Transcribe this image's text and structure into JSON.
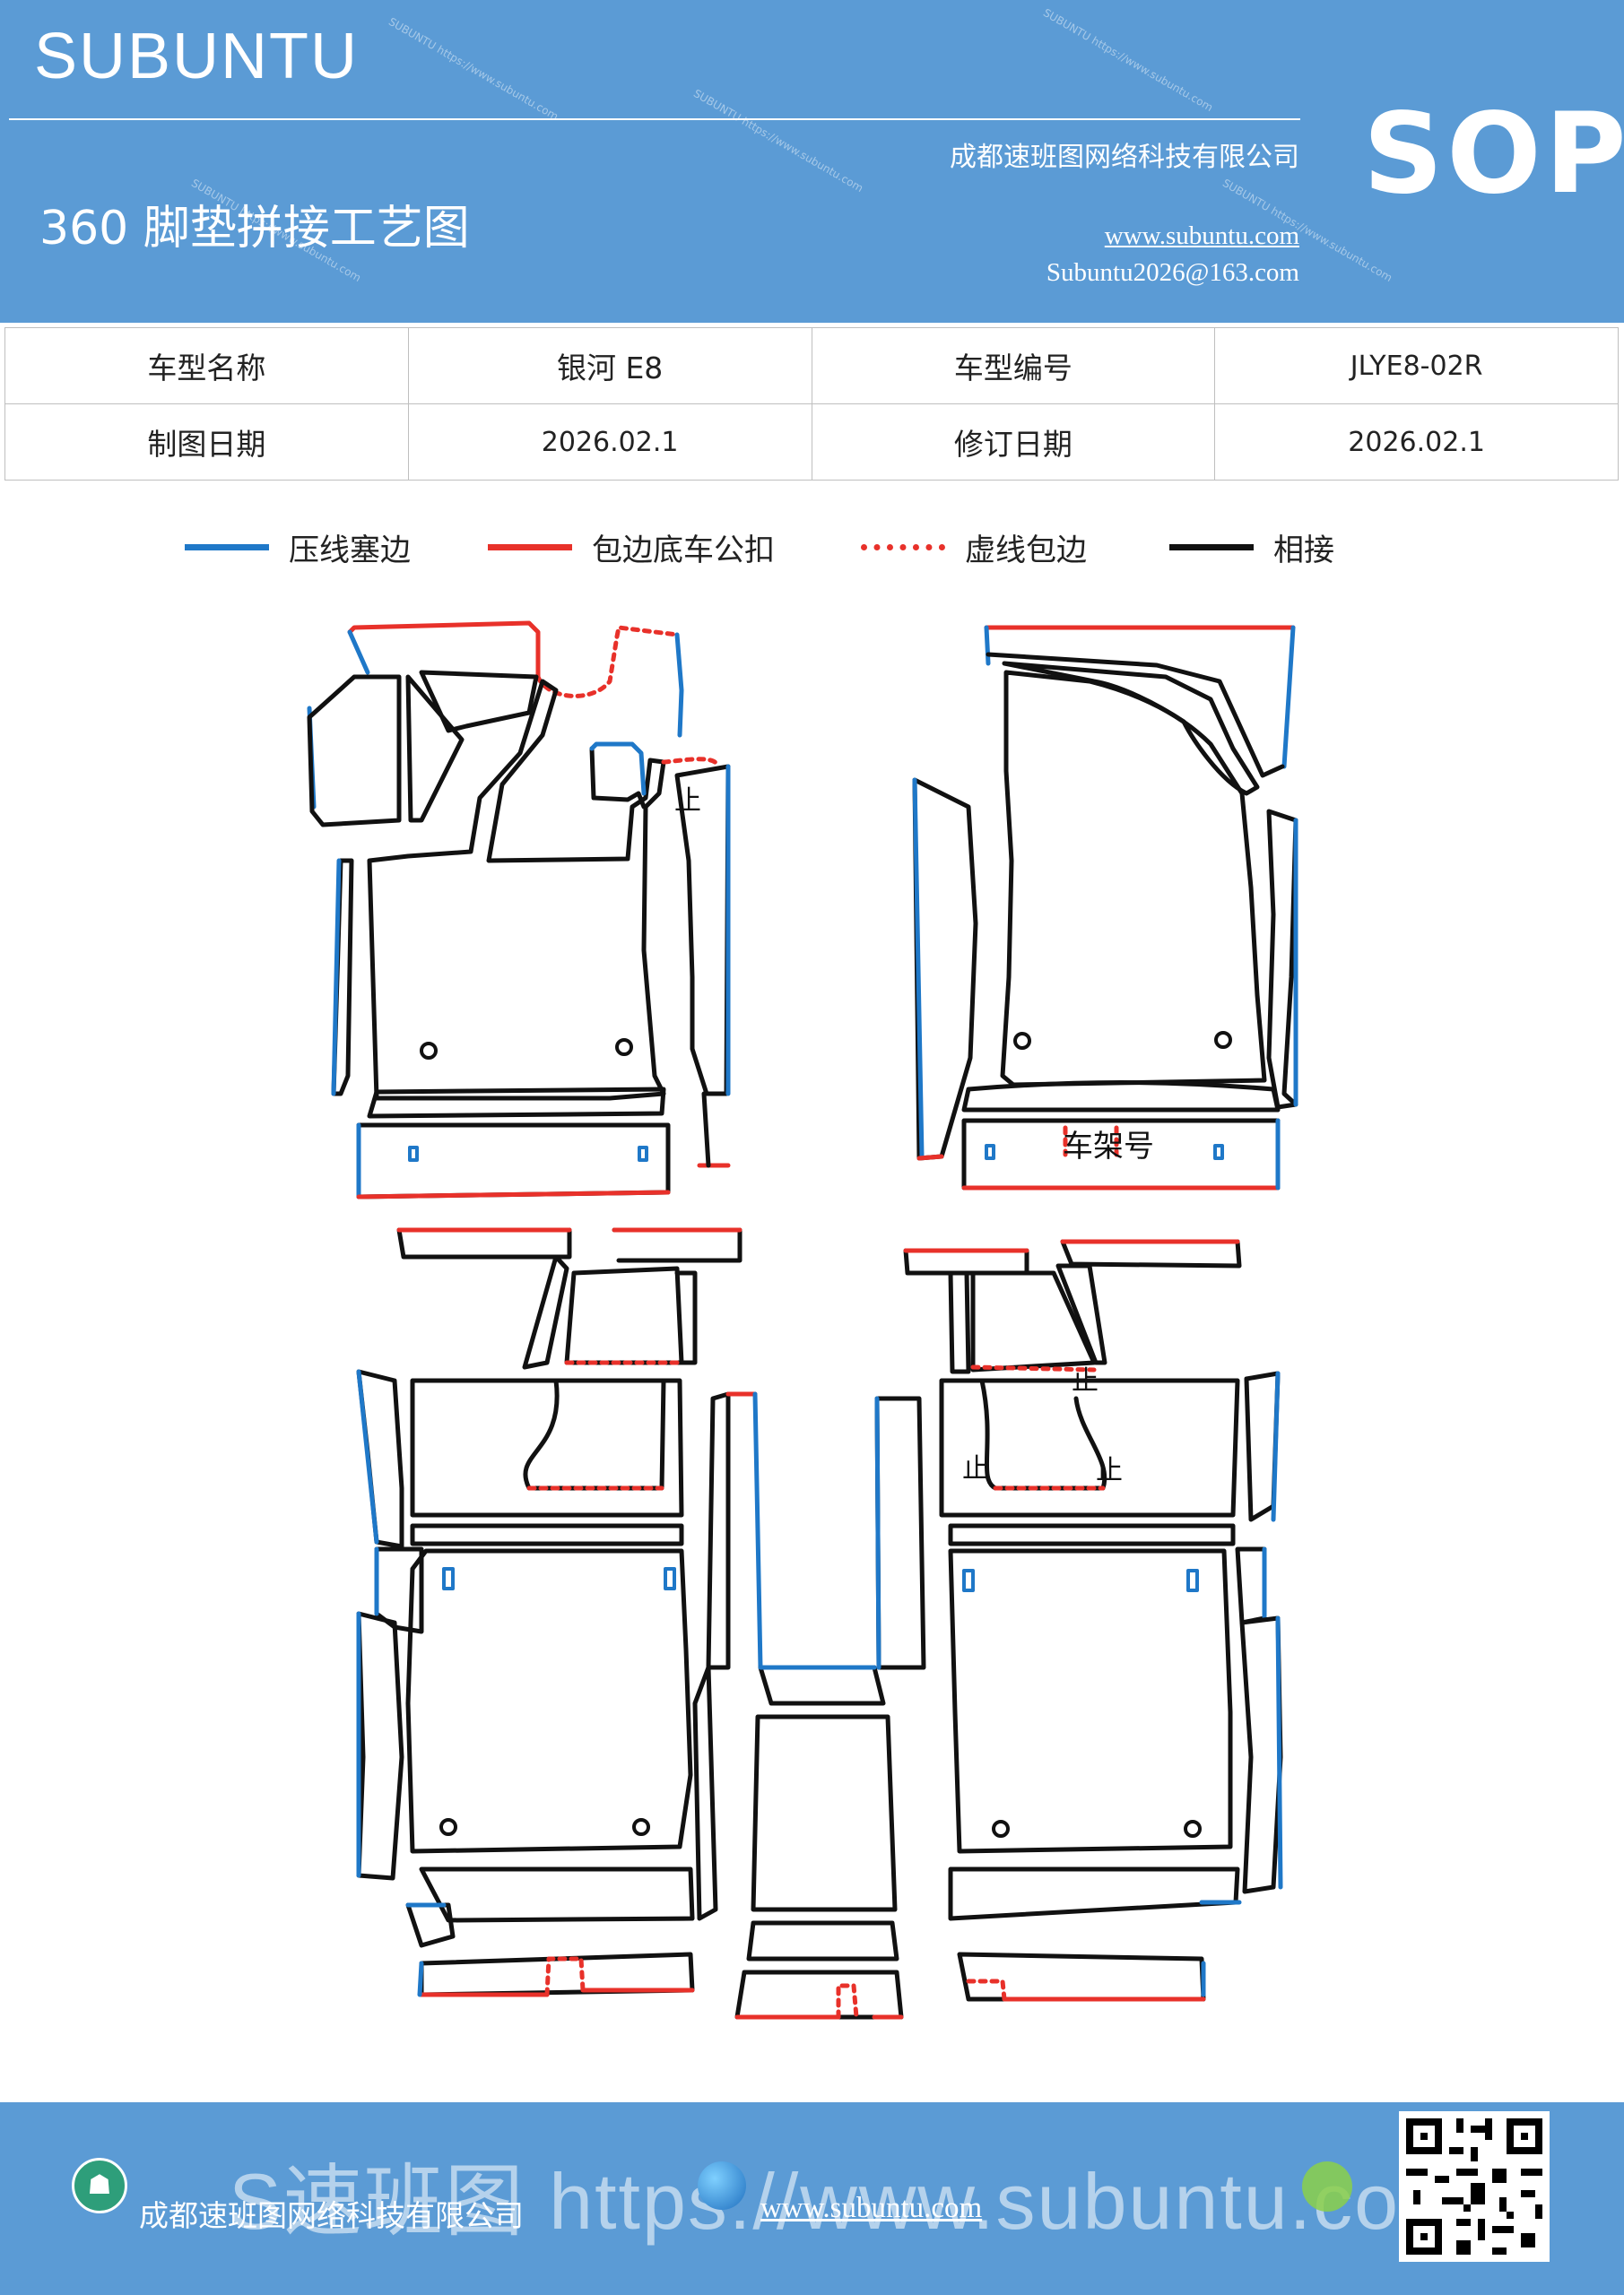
{
  "header": {
    "brand": "SUBUNTU",
    "doc_title": "360 脚垫拼接工艺图",
    "company": "成都速班图网络科技有限公司",
    "website": "www.subuntu.com",
    "email": "Subuntu2026@163.com",
    "badge": "SOP"
  },
  "info_table": {
    "rows": [
      [
        "车型名称",
        "银河 E8",
        "车型编号",
        "JLYE8-02R"
      ],
      [
        "制图日期",
        "2026.02.1",
        "修订日期",
        "2026.02.1"
      ]
    ]
  },
  "legend": [
    {
      "label": "压线塞边",
      "color": "#1f78c8",
      "style": "solid"
    },
    {
      "label": "包边底车公扣",
      "color": "#e8312a",
      "style": "solid"
    },
    {
      "label": "虚线包边",
      "color": "#e8312a",
      "style": "dotted"
    },
    {
      "label": "相接",
      "color": "#111111",
      "style": "solid"
    }
  ],
  "diagram": {
    "labels": {
      "frame_number": "车架号",
      "stop_mark": "止"
    },
    "colors": {
      "press_line": "#1f78c8",
      "wrap_edge": "#e8312a",
      "joint": "#111111"
    }
  },
  "footer": {
    "company": "成都速班图网络科技有限公司",
    "website": "www.subuntu.com",
    "watermark": "S速班图 https://www.subuntu.com",
    "icons": [
      "building-icon",
      "globe-icon",
      "share-icon",
      "qr-code"
    ]
  }
}
